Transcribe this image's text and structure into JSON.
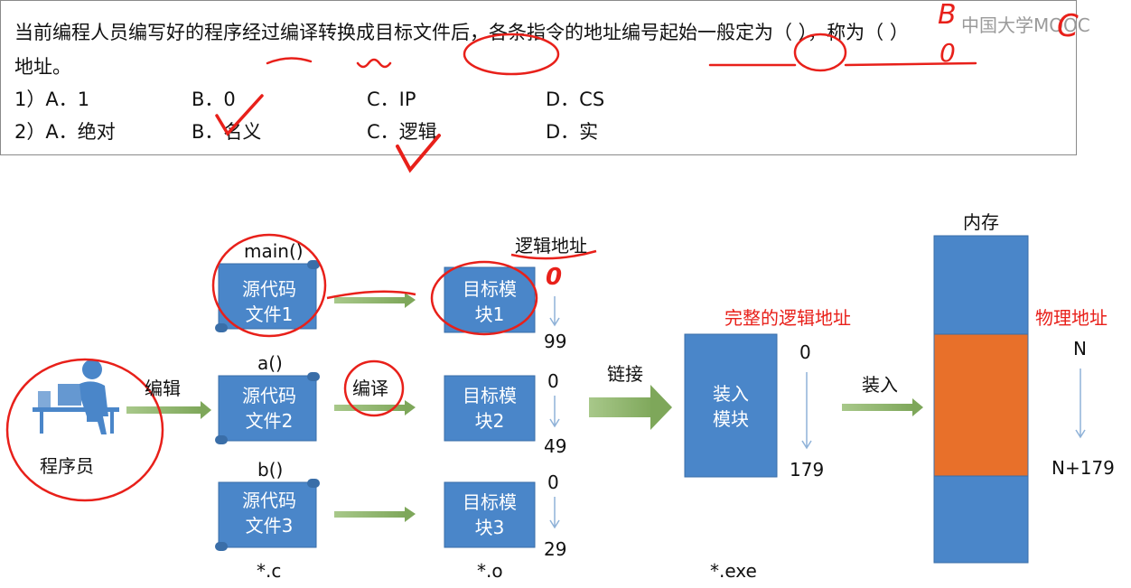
{
  "watermark": "中国大学MOOC",
  "question": {
    "line1": "当前编程人员编写好的程序经过编译转换成目标文件后，各条指令的地址编号起始一般定为（  ），称为（  ）",
    "line2": "地址。",
    "row1": [
      "1）A．1",
      "B．0",
      "C．IP",
      "D．CS"
    ],
    "row2": [
      "2）A．绝对",
      "B．名义",
      "C．逻辑",
      "D．实"
    ]
  },
  "annotations": {
    "b": "B",
    "c": "C",
    "zero": "0"
  },
  "diagram": {
    "programmer": "程序员",
    "edit": "编辑",
    "compile": "编译",
    "link": "链接",
    "load": "装入",
    "functions": [
      "main()",
      "a()",
      "b()"
    ],
    "sources": [
      {
        "l1": "源代码",
        "l2": "文件1"
      },
      {
        "l1": "源代码",
        "l2": "文件2"
      },
      {
        "l1": "源代码",
        "l2": "文件3"
      }
    ],
    "objects": [
      {
        "l1": "目标模",
        "l2": "块1",
        "start": "0",
        "end": "99"
      },
      {
        "l1": "目标模",
        "l2": "块2",
        "start": "0",
        "end": "49"
      },
      {
        "l1": "目标模",
        "l2": "块3",
        "start": "0",
        "end": "29"
      }
    ],
    "logical_address": "逻辑地址",
    "load_module": {
      "l1": "装入",
      "l2": "模块",
      "start": "0",
      "end": "179"
    },
    "full_logical_address": "完整的逻辑地址",
    "memory": "内存",
    "physical_address": "物理地址",
    "phys_start": "N",
    "phys_end": "N+179",
    "ext_c": "*.c",
    "ext_o": "*.o",
    "ext_exe": "*.exe"
  },
  "colors": {
    "box_blue": "#4a86c9",
    "memory_orange": "#e8702a",
    "arrow_green": "#8fb36a",
    "annotation_red": "#e8201a"
  }
}
